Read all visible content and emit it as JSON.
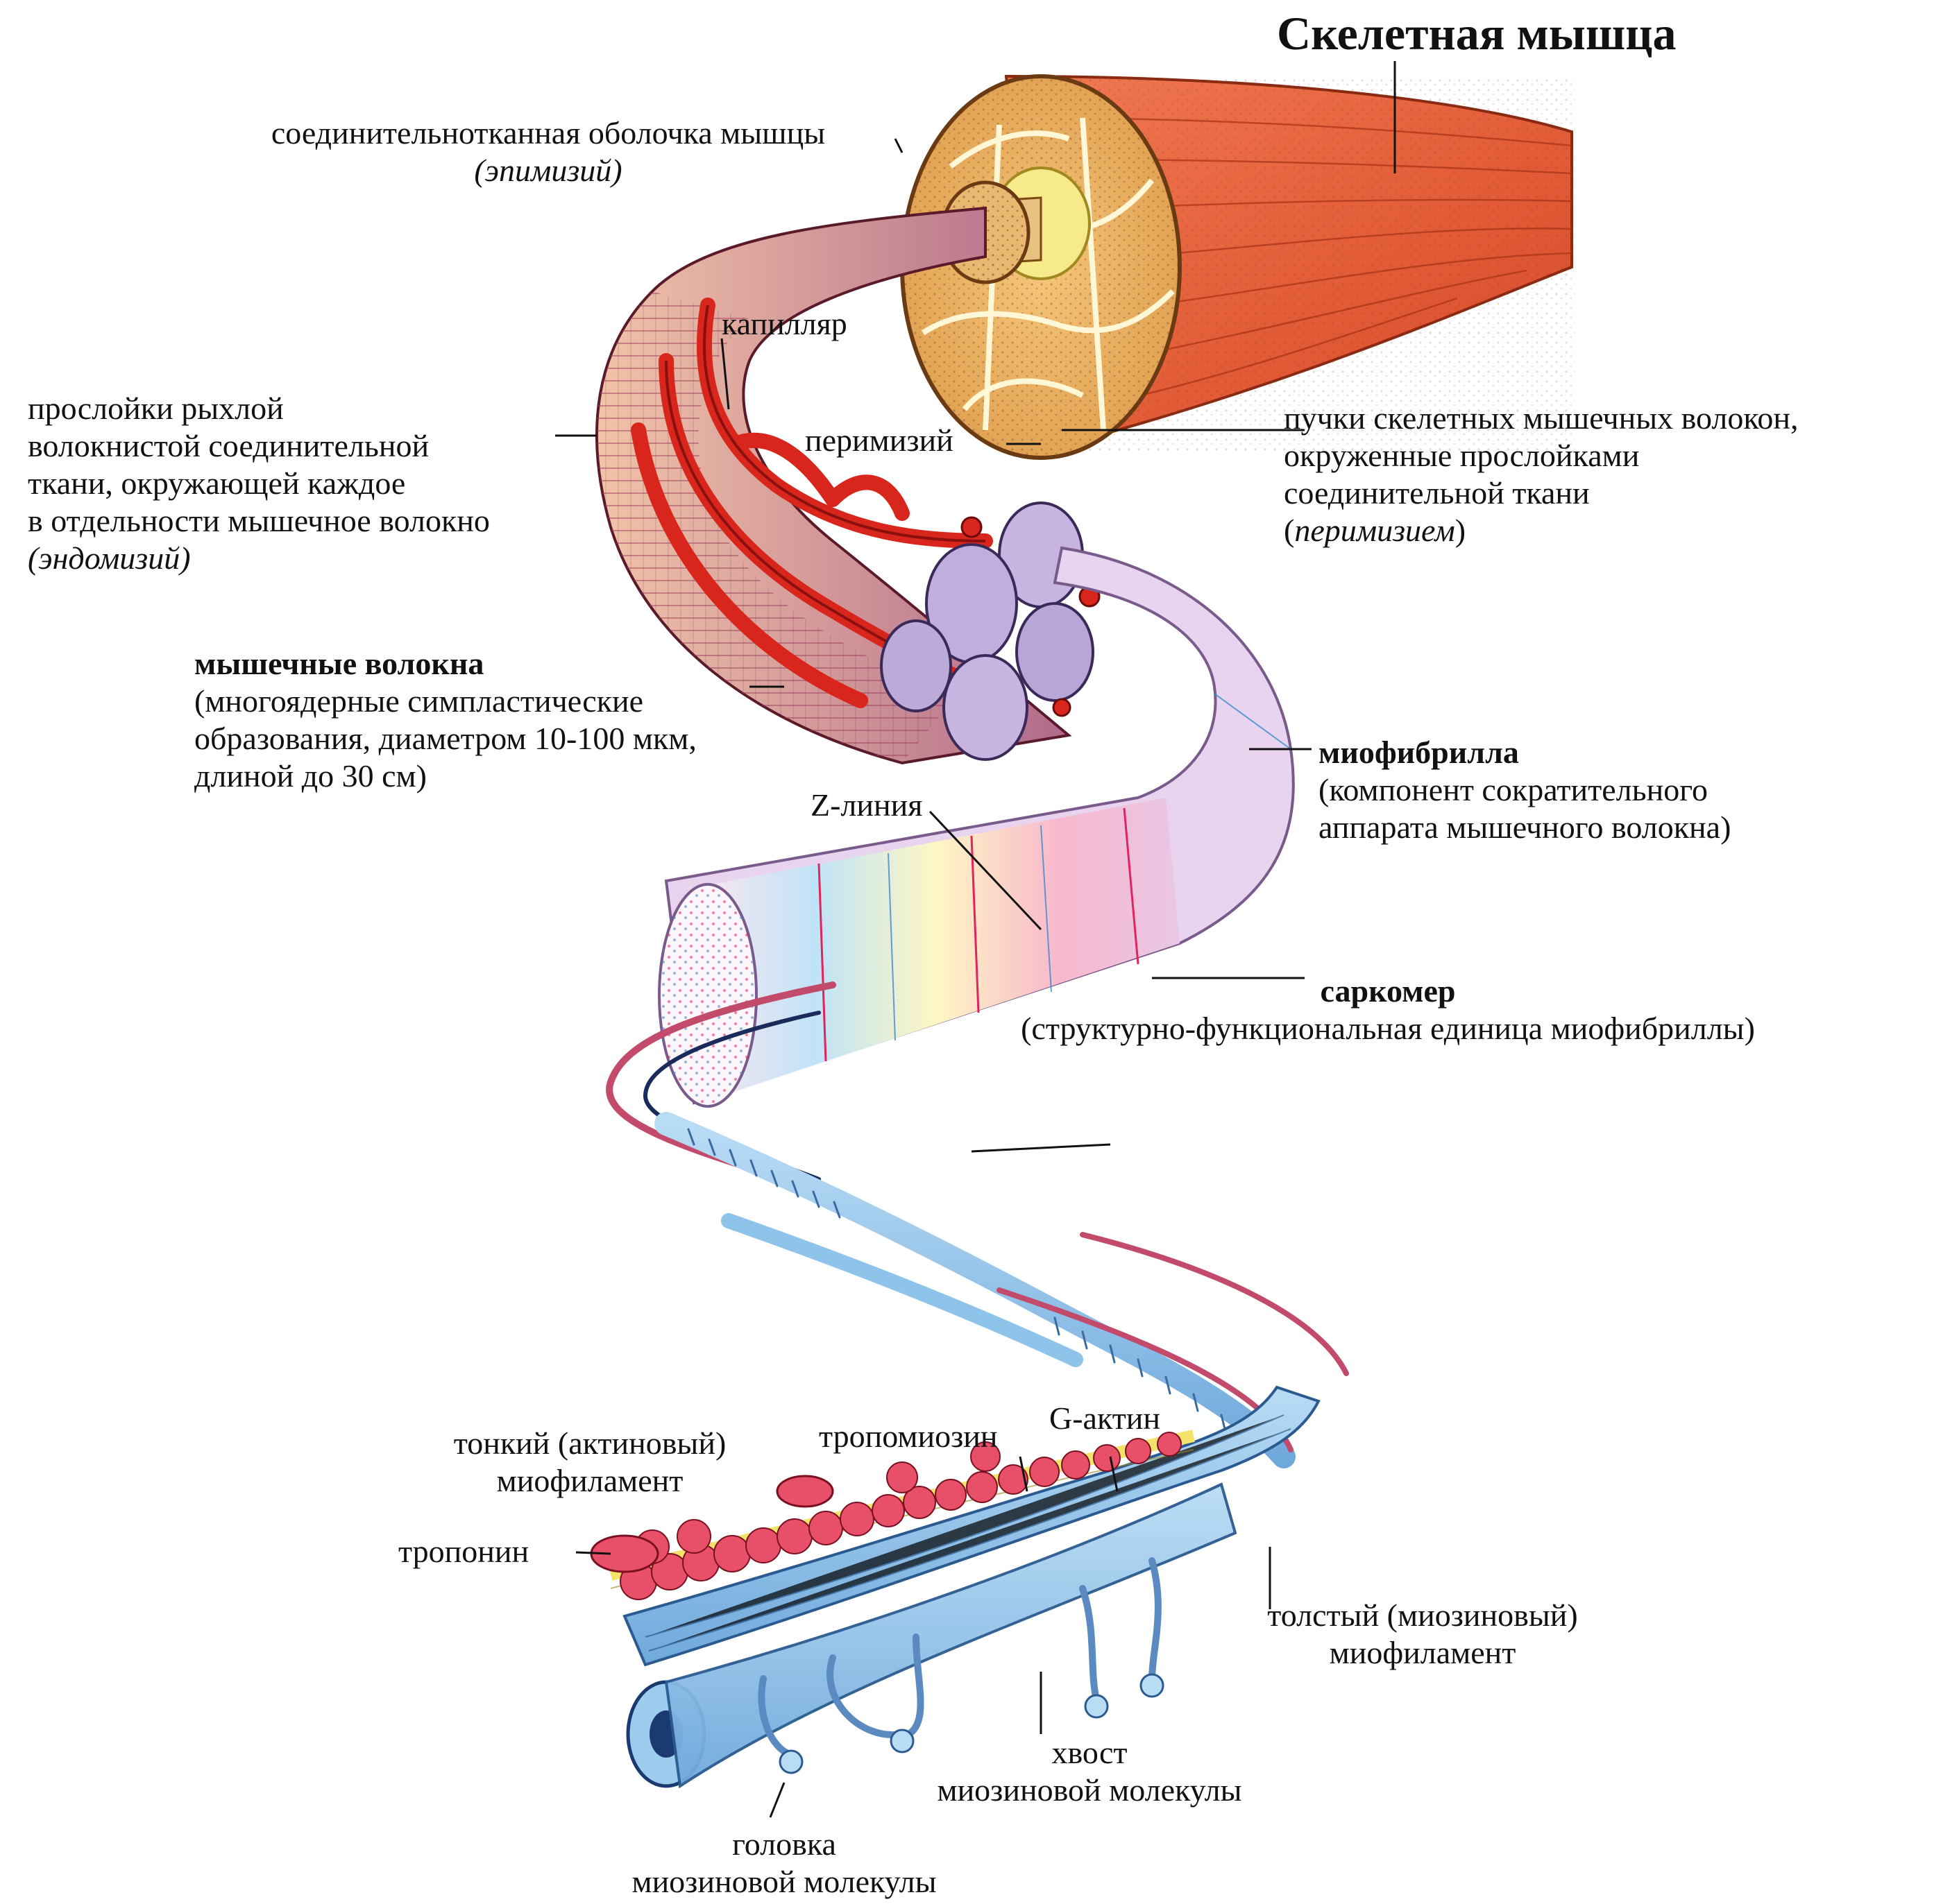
{
  "title": "Скелетная мышца",
  "labels": {
    "epimysium": {
      "line1": "соединительнотканная оболочка мышцы",
      "line2": "(эпимизий)"
    },
    "capillary": "капилляр",
    "perimysium": "перимизий",
    "endomysium": {
      "lines": [
        "прослойки рыхлой",
        "волокнистой соединительной",
        "ткани, окружающей каждое",
        "в отдельности мышечное волокно"
      ],
      "term": "(эндомизий)"
    },
    "bundles": {
      "lines": [
        "пучки скелетных мышечных волокон,",
        "окруженные прослойками",
        "соединительной ткани"
      ],
      "term_open": "(",
      "term": "перимизием",
      "term_close": ")"
    },
    "muscle_fibers": {
      "heading": "мышечные волокна",
      "lines": [
        "(многоядерные симпластические",
        "образования, диаметром 10-100 мкм,",
        "длиной до 30 см)"
      ]
    },
    "myofibril": {
      "heading": "миофибрилла",
      "lines": [
        "(компонент сократительного",
        "аппарата мышечного волокна)"
      ]
    },
    "z_line": "Z-линия",
    "sarcomere": {
      "heading": "саркомер",
      "line": "(структурно-функциональная единица миофибриллы)"
    },
    "thin_filament": {
      "line1": "тонкий (актиновый)",
      "line2": "миофиламент"
    },
    "tropomyosin": "тропомиозин",
    "g_actin": "G-актин",
    "troponin": "тропонин",
    "thick_filament": {
      "line1": "толстый (миозиновый)",
      "line2": "миофиламент"
    },
    "myosin_tail": {
      "line1": "хвост",
      "line2": "миозиновой молекулы"
    },
    "myosin_head": {
      "line1": "головка",
      "line2": "миозиновой молекулы"
    }
  },
  "colors": {
    "muscle": "#e8603c",
    "fascicle": "#e8b060",
    "vessel": "#d8261c",
    "fiber": "#c79bc9",
    "myofibril_pink": "#f2a6c0",
    "myofibril_blue": "#a9d6f0",
    "z_line": "#e0245e",
    "thick_filament": "#8ec3ea",
    "actin_bead": "#e8506a",
    "tropomyosin": "#f3e36a"
  }
}
